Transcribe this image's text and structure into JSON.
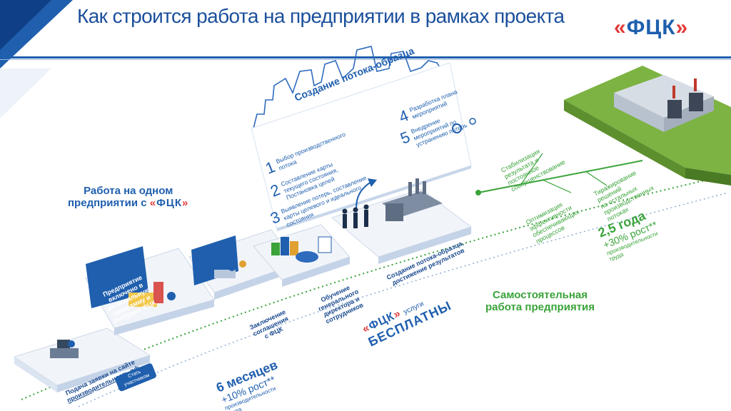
{
  "slide": {
    "title": "Как строится работа на предприятии в рамках проекта",
    "logo": {
      "left": "«",
      "text": "ФЦК",
      "right": "»"
    },
    "colors": {
      "primary_blue": "#1f5fae",
      "dark_blue": "#0f3f86",
      "green": "#3aa33a",
      "red": "#e23a3a"
    }
  },
  "diagram": {
    "one_enterprise_label": [
      "Работа на одном",
      "предприятии с"
    ],
    "steps_title": "Создание потока-образца",
    "steps": [
      {
        "num": "1",
        "text": [
          "Выбор производственного",
          "потока"
        ]
      },
      {
        "num": "2",
        "text": [
          "Составление карты",
          "текущего состояния,",
          "Постановка целей"
        ]
      },
      {
        "num": "3",
        "text": [
          "Выявление потерь, составление",
          "карты целевого и идеального",
          "состояния"
        ]
      },
      {
        "num": "4",
        "text": [
          "Разработка плана",
          "мероприятий"
        ]
      },
      {
        "num": "5",
        "text": [
          "Внедрение",
          "мероприятий по",
          "устранению потерь"
        ]
      }
    ],
    "stages": [
      {
        "caption": [
          "Подача заявки на сайте",
          "производительность.рф"
        ]
      },
      {
        "caption": [
          "Предприятие",
          "включено в",
          "региональную",
          "программу и",
          "отобрано ФЦК"
        ]
      },
      {
        "caption": [
          "Заключение",
          "соглашения",
          "с ФЦК"
        ]
      },
      {
        "caption": [
          "Обучение",
          "генерального",
          "директора и",
          "сотрудников"
        ]
      },
      {
        "caption": [
          "Создание потока-образца,",
          "достижение результатов"
        ]
      }
    ],
    "apply_button": [
      "Стать",
      "участником"
    ],
    "free_services": {
      "suffix": "услуги",
      "main": "БЕСПЛАТНЫ"
    },
    "phase1": {
      "duration": "6 месяцев",
      "growth": "+10% рост**",
      "note": [
        "производительности",
        "труда"
      ]
    },
    "phase2": {
      "duration": "2,5 года",
      "growth": "+30% рост**",
      "note": [
        "производительности",
        "труда"
      ]
    },
    "self_work": [
      "Самостоятельная",
      "работа предприятия"
    ],
    "branches": [
      [
        "Стабилизация",
        "результата и",
        "постоянное",
        "совершенствование"
      ],
      [
        "Оптимизация",
        "эффективности",
        "обеспечивающих",
        "процессов"
      ],
      [
        "Тиражирование",
        "решений",
        "на остальных",
        "производственных",
        "потоках"
      ]
    ]
  }
}
